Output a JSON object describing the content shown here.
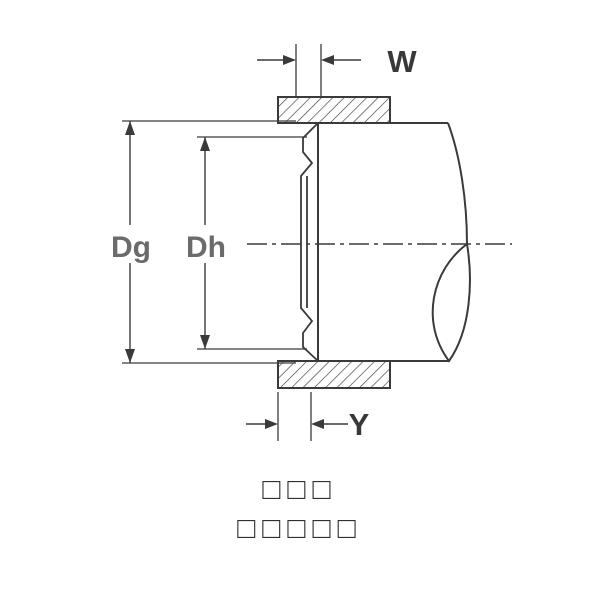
{
  "diagram": {
    "type": "technical-cross-section",
    "description": "Cross-section of a retaining ring seated in a housing groove on a shaft, with dimension callouts",
    "labels": {
      "w": "W",
      "y": "Y",
      "dg": "Dg",
      "dh": "Dh"
    },
    "colors": {
      "line": "#3a3a3a",
      "dim_label_gray": "#6b6b6b",
      "dim_label_dark": "#383838",
      "background": "#ffffff"
    }
  },
  "caption": {
    "line1": "□□□",
    "line2": "□□□□□"
  }
}
